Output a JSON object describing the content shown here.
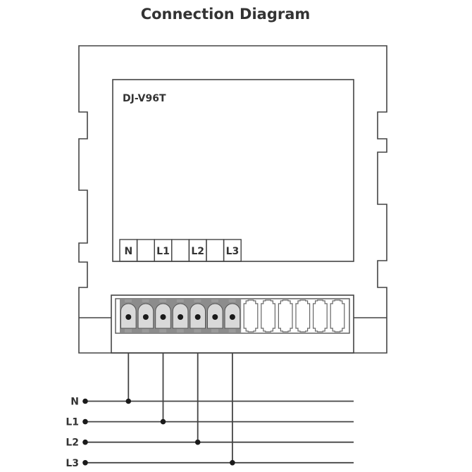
{
  "title": "Connection Diagram",
  "device": {
    "model": "DJ-V96T"
  },
  "label_strip": [
    "N",
    "",
    "L1",
    "",
    "L2",
    "",
    "L3"
  ],
  "terminals": {
    "connected_count": 7,
    "empty_count": 6
  },
  "wiring": {
    "lines": [
      {
        "label": "N",
        "terminal_index": 0
      },
      {
        "label": "L1",
        "terminal_index": 2
      },
      {
        "label": "L2",
        "terminal_index": 4
      },
      {
        "label": "L3",
        "terminal_index": 6
      }
    ]
  },
  "colors": {
    "stroke": "#444444",
    "text": "#333333",
    "terminal_fill": "#d9d9d9",
    "terminal_header": "#9a9a9a",
    "dot": "#1a1a1a"
  }
}
